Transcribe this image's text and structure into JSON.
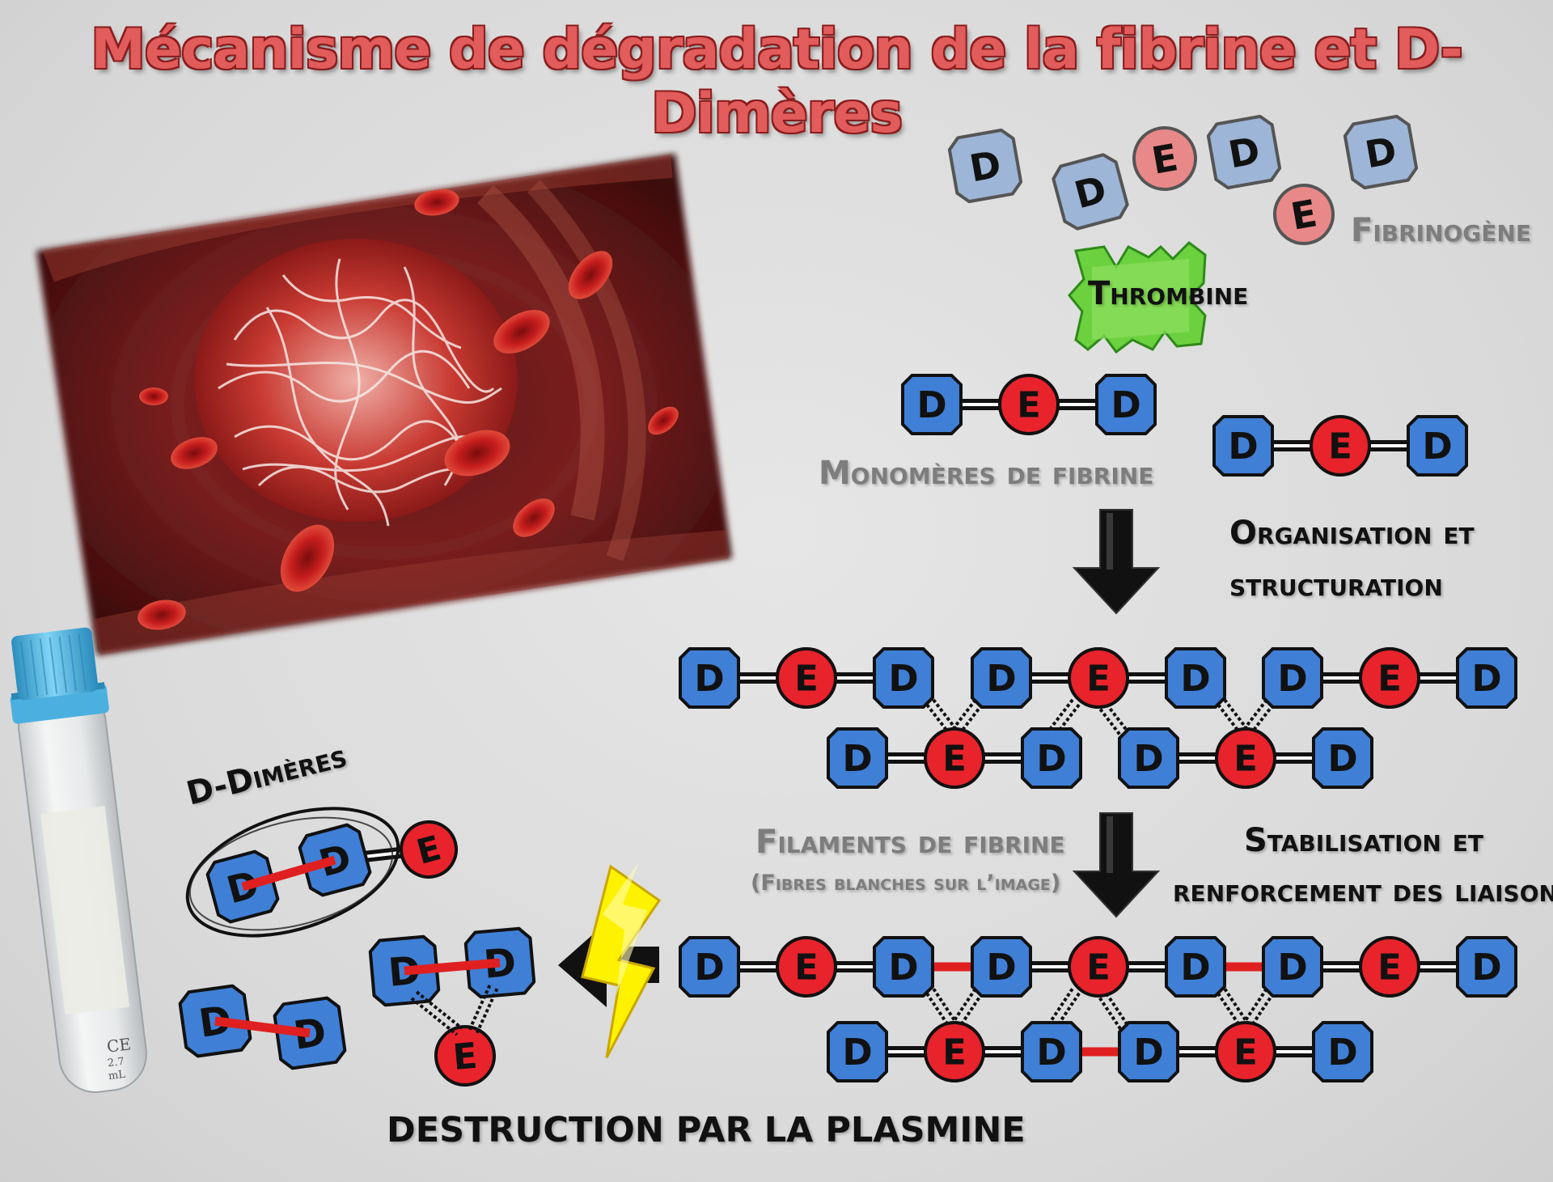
{
  "title": "Mécanisme de dégradation de la fibrine et D-Dimères",
  "labels": {
    "fibrinogene": "Fibrinogène",
    "thrombine": "Thrombine",
    "monomeres": "Monomères de fibrine",
    "organisation_line1": "Organisation et",
    "organisation_line2": "structuration",
    "filaments": "Filaments de fibrine",
    "filaments_note": "(Fibres blanches sur l’image)",
    "stabilisation_line1": "Stabilisation et",
    "stabilisation_line2": "renforcement des liaisons",
    "destruction": "DESTRUCTION PAR LA PLASMINE",
    "ddimeres": "D-Dimères"
  },
  "domains": {
    "d": "D",
    "e": "E"
  },
  "tube": {
    "ce_mark": "CE",
    "volume": "2.7",
    "unit": "mL"
  },
  "colors": {
    "title_fill": "#e25c5c",
    "title_outline": "#8a1d1d",
    "d_domain_fibrinogen": "#9db5d6",
    "e_domain_fibrinogen": "#e98888",
    "d_domain": "#3f7fd6",
    "e_domain": "#e8232b",
    "thrombin": "#6cd13f",
    "crosslink": "#e02020",
    "lightning": "#fff200",
    "tube_cap": "#55b8e6"
  },
  "icons": {
    "thrombin": "thrombin-enzyme-icon",
    "arrow": "down-arrow-icon",
    "lightning": "lightning-bolt-icon",
    "clot": "blood-clot-illustration",
    "tube": "blood-sample-tube"
  }
}
